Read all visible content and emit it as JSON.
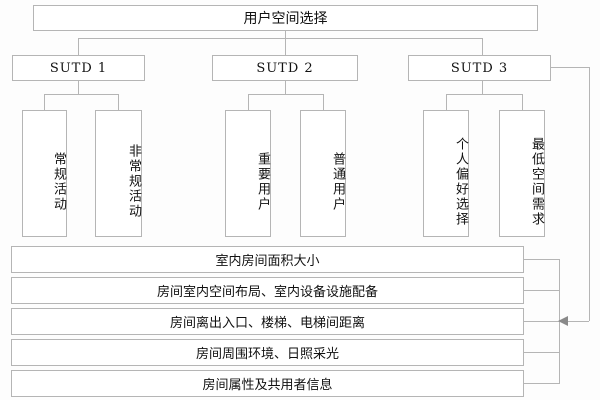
{
  "diagram": {
    "title_box": {
      "label": "用户空间选择"
    },
    "level2": [
      {
        "label": "SUTD 1"
      },
      {
        "label": "SUTD 2"
      },
      {
        "label": "SUTD 3"
      }
    ],
    "level3": [
      {
        "label": "常规活动",
        "parent": "SUTD 1"
      },
      {
        "label": "非常规活动",
        "parent": "SUTD 1"
      },
      {
        "label": "重要用户",
        "parent": "SUTD 2"
      },
      {
        "label": "普通用户",
        "parent": "SUTD 2"
      },
      {
        "label": "个人偏好选择",
        "parent": "SUTD 3"
      },
      {
        "label": "最低空间需求",
        "parent": "SUTD 3"
      }
    ],
    "attributes": [
      {
        "label": "室内房间面积大小"
      },
      {
        "label": "房间室内空间布局、室内设备设施配备"
      },
      {
        "label": "房间离出入口、楼梯、电梯间距离"
      },
      {
        "label": "房间周围环境、日照采光"
      },
      {
        "label": "房间属性及共用者信息"
      }
    ],
    "colors": {
      "border": "#b5b5b5",
      "background": "#fdfdfd",
      "box_fill": "#ffffff",
      "text": "#111111",
      "arrow": "#8a8a8a"
    }
  }
}
